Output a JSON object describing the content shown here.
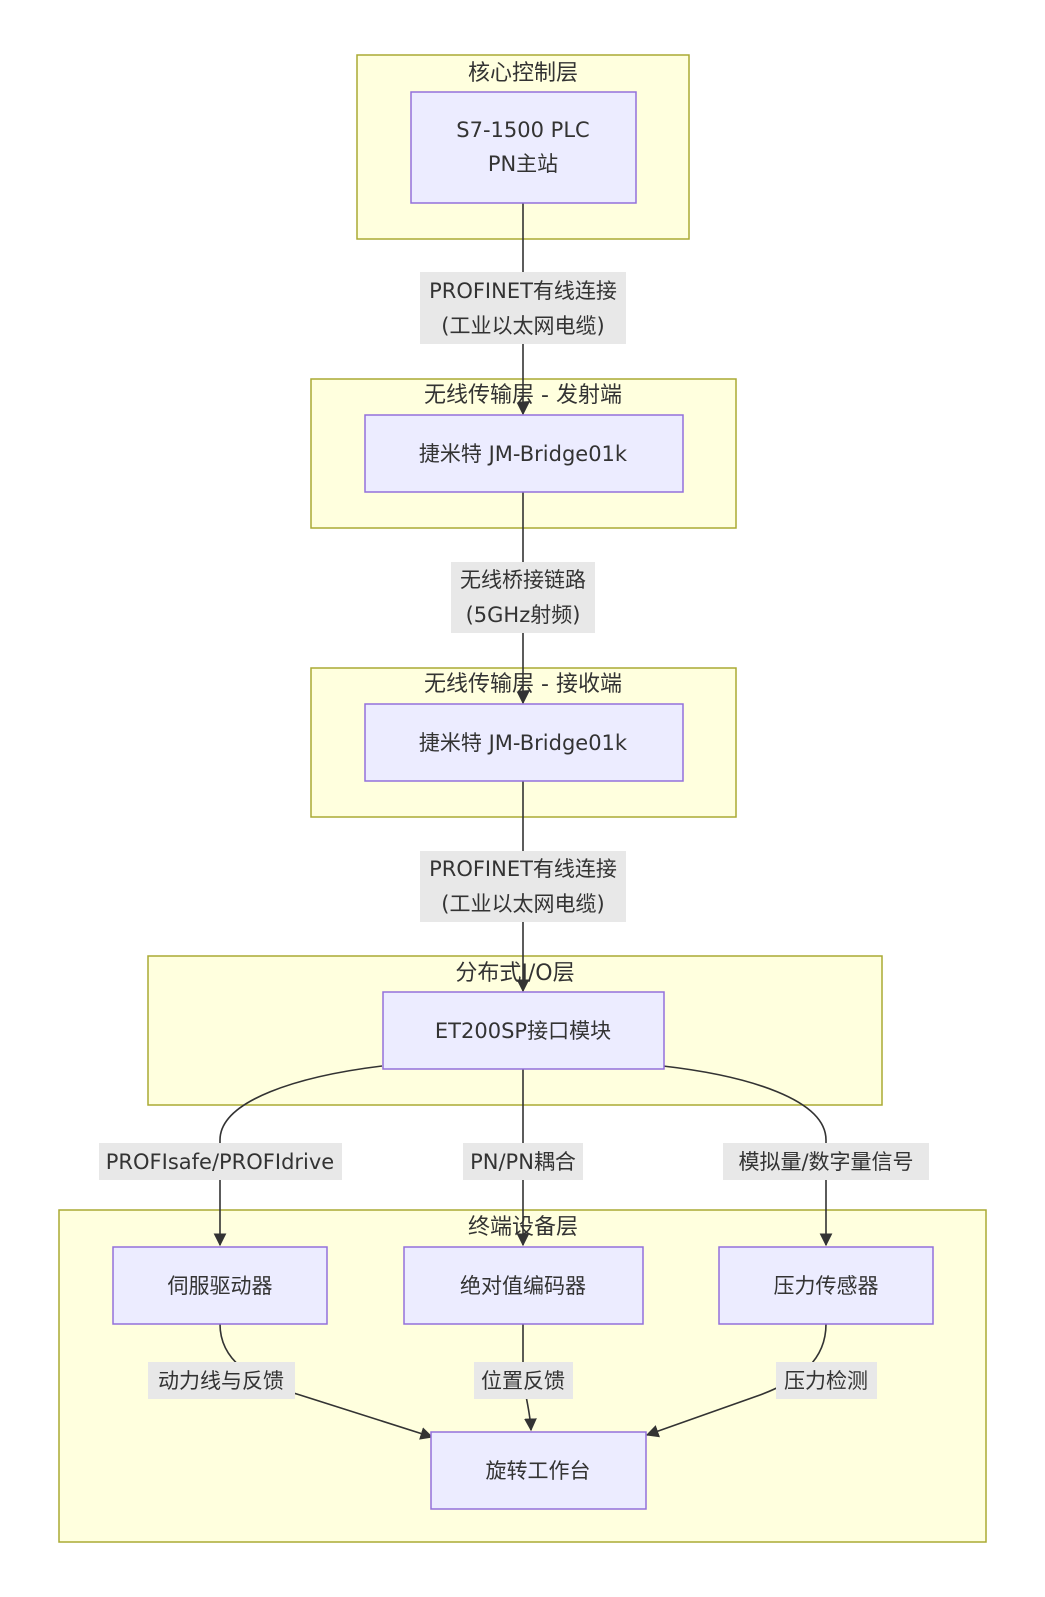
{
  "diagram": {
    "clusters": {
      "core": {
        "title": "核心控制层"
      },
      "wireless_tx": {
        "title": "无线传输层 - 发射端"
      },
      "wireless_rx": {
        "title": "无线传输层 - 接收端"
      },
      "distributed_io": {
        "title": "分布式I/O层"
      },
      "terminal": {
        "title": "终端设备层"
      }
    },
    "nodes": {
      "plc": {
        "line1": "S7-1500 PLC",
        "line2": "PN主站"
      },
      "bridge_tx": {
        "label": "捷米特 JM-Bridge01k"
      },
      "bridge_rx": {
        "label": "捷米特 JM-Bridge01k"
      },
      "et200sp": {
        "label": "ET200SP接口模块"
      },
      "servo": {
        "label": "伺服驱动器"
      },
      "encoder": {
        "label": "绝对值编码器"
      },
      "pressure": {
        "label": "压力传感器"
      },
      "table": {
        "label": "旋转工作台"
      }
    },
    "edges": {
      "plc_to_tx": {
        "line1": "PROFINET有线连接",
        "line2": "(工业以太网电缆)"
      },
      "tx_to_rx": {
        "line1": "无线桥接链路",
        "line2": "(5GHz射频)"
      },
      "rx_to_et": {
        "line1": "PROFINET有线连接",
        "line2": "(工业以太网电缆)"
      },
      "et_to_servo": {
        "label": "PROFIsafe/PROFIdrive"
      },
      "et_to_encoder": {
        "label": "PN/PN耦合"
      },
      "et_to_pressure": {
        "label": "模拟量/数字量信号"
      },
      "servo_to_table": {
        "label": "动力线与反馈"
      },
      "encoder_to_table": {
        "label": "位置反馈"
      },
      "pressure_to_table": {
        "label": "压力检测"
      }
    }
  }
}
